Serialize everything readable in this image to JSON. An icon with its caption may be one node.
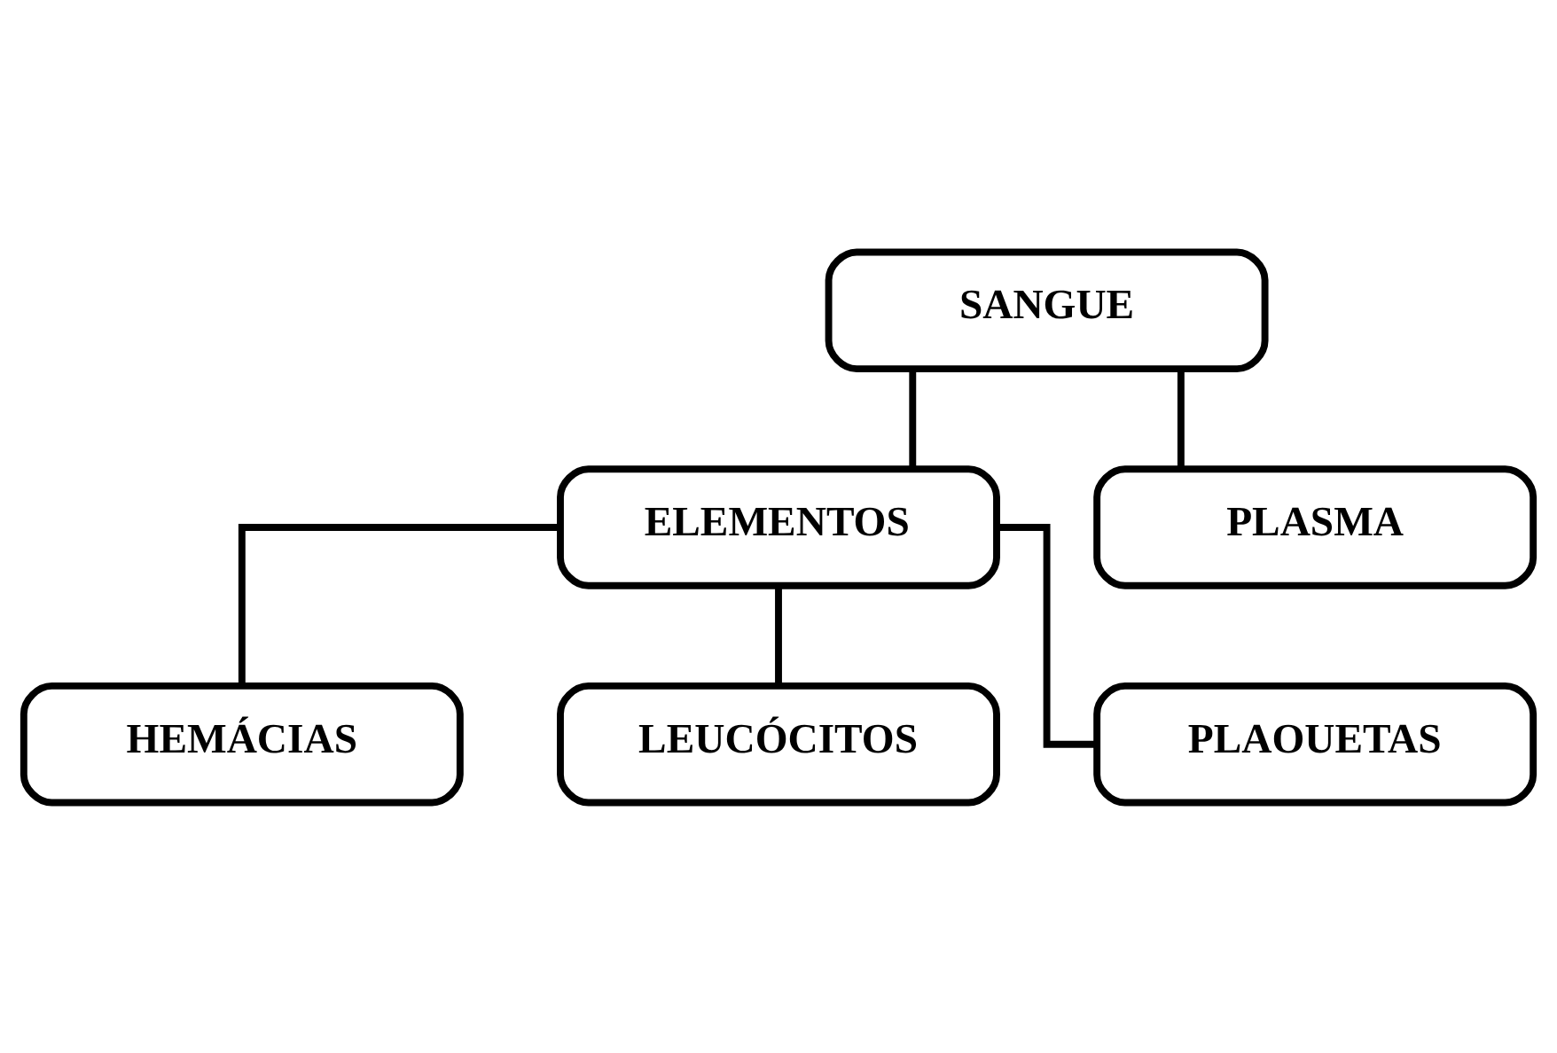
{
  "diagram": {
    "nodes": [
      {
        "text": [
          "SANGUE"
        ]
      },
      {
        "text": [
          "ELEMENTOS"
        ]
      },
      {
        "text": [
          "PLASMA"
        ]
      },
      {
        "text": [
          "HEMÁCIAS"
        ]
      },
      {
        "text": [
          "LEUCÓCITOS"
        ]
      },
      {
        "text": [
          "PLAOUETAS"
        ]
      }
    ],
    "edges": [
      {
        "from": 0,
        "to": 1,
        "arrow": "none"
      },
      {
        "from": 0,
        "to": 2,
        "arrow": "none"
      },
      {
        "from": 1,
        "to": 3,
        "arrow": "none"
      },
      {
        "from": 1,
        "to": 4,
        "arrow": "none"
      },
      {
        "from": 1,
        "to": 5,
        "arrow": "none"
      }
    ]
  }
}
